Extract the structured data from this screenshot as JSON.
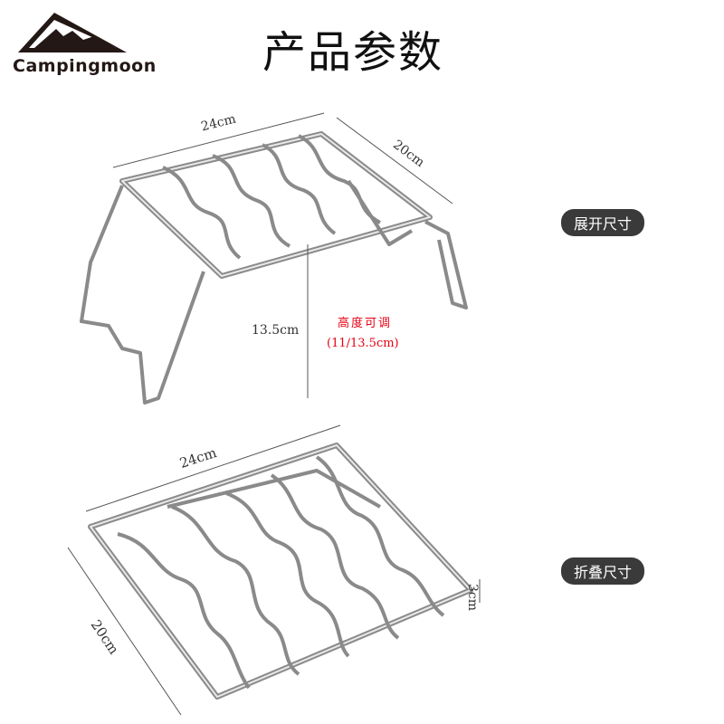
{
  "header": {
    "title": "产品参数",
    "brand": "Campingmoon"
  },
  "unfolded": {
    "label": "展开尺寸",
    "length": "24cm",
    "width": "20cm",
    "height": "13.5cm",
    "note_line1": "高度可调",
    "note_line2": "(11/13.5cm)"
  },
  "folded": {
    "label": "折叠尺寸",
    "length": "24cm",
    "width": "20cm",
    "thickness": "3cm"
  },
  "colors": {
    "accent_red": "#e60012",
    "pill_bg": "#3a3a3a",
    "steel": "#9a9a9a"
  }
}
